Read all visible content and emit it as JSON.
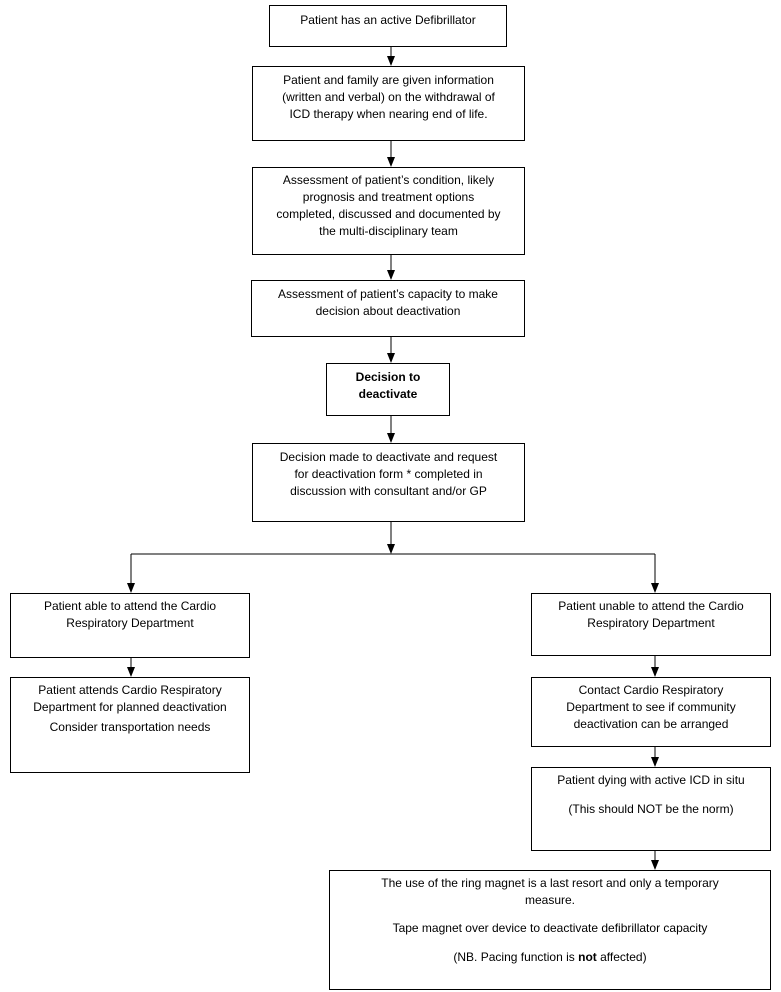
{
  "flowchart": {
    "n1": {
      "lines": [
        "Patient has an active Defibrillator"
      ]
    },
    "n2": {
      "lines": [
        "Patient and family are given information",
        "(written and verbal) on the withdrawal of",
        "ICD therapy when nearing  end of life."
      ]
    },
    "n3": {
      "lines": [
        "Assessment of patient’s condition, likely",
        "prognosis and treatment options",
        "completed, discussed and documented by",
        "the multi-disciplinary team"
      ]
    },
    "n4": {
      "lines": [
        "Assessment of patient’s capacity to make",
        "decision about deactivation"
      ]
    },
    "n5": {
      "lines": [
        "Decision to",
        "deactivate"
      ]
    },
    "n6": {
      "lines": [
        "Decision made to deactivate and request",
        "for deactivation form * completed in",
        "discussion with consultant and/or GP"
      ]
    },
    "left1": {
      "lines": [
        "Patient able to attend the Cardio",
        "Respiratory Department"
      ]
    },
    "left2": {
      "lines": [
        "Patient attends Cardio Respiratory",
        "Department for planned deactivation",
        "Consider transportation needs"
      ]
    },
    "right1": {
      "lines": [
        "Patient unable to attend the Cardio",
        "Respiratory Department"
      ]
    },
    "right2": {
      "lines": [
        "Contact Cardio Respiratory",
        "Department to see if community",
        "deactivation can be arranged"
      ]
    },
    "right3": {
      "lines": [
        "Patient dying with active ICD in situ",
        "(This should NOT be the norm)"
      ]
    },
    "final": {
      "lines": [
        "The use of the ring magnet is a last resort and only a temporary",
        "measure.",
        "Tape magnet over device to deactivate defibrillator capacity"
      ],
      "note_prefix": "(NB. Pacing function is ",
      "note_bold": "not",
      "note_suffix": " affected)"
    }
  }
}
